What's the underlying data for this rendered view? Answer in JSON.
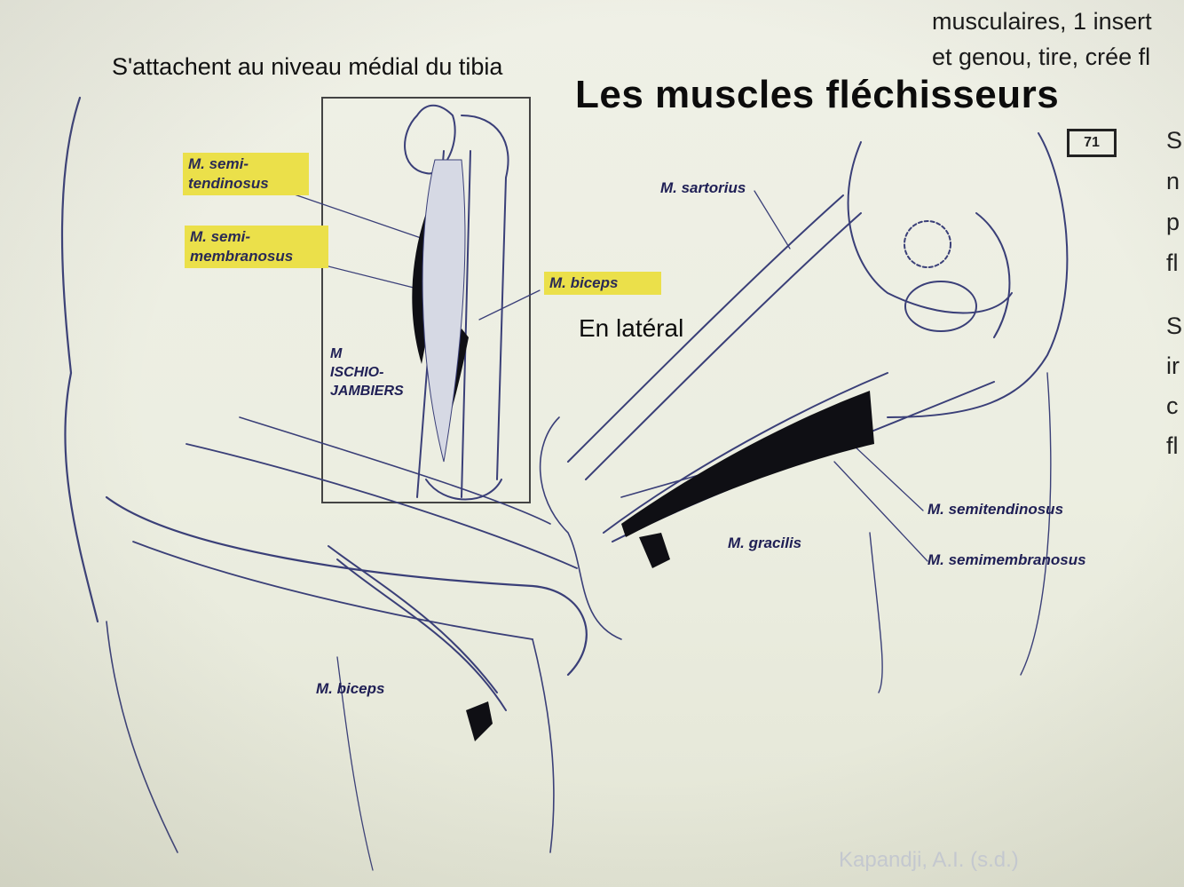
{
  "header": {
    "top_right_line1": "musculaires, 1 insert",
    "top_right_line2": "et genou, tire, crée fl",
    "subtitle": "S'attachent au niveau médial du tibia",
    "title": "Les muscles fléchisseurs"
  },
  "right_edge": {
    "column1": [
      "S",
      "n",
      "p",
      "fl"
    ],
    "column2": [
      "S",
      "ir",
      "c",
      "fl"
    ]
  },
  "figure": {
    "page_number": "71",
    "lateral_label": "En latéral",
    "highlighted_labels": {
      "semitendinosus": "M. semi-\ntendinosus",
      "semimembranosus": "M. semi-\nmembranosus",
      "biceps_top": "M. biceps"
    },
    "inset_group_label": "M\nISCHIO-\nJAMBIERS",
    "labels": {
      "sartorius": "M. sartorius",
      "semitendinosus": "M. semitendinosus",
      "semimembranosus": "M. semimembranosus",
      "gracilis": "M. gracilis",
      "biceps_bottom": "M. biceps"
    },
    "credit": "Kapandji, A.I. (s.d.)"
  },
  "colors": {
    "highlight": "#ebe04a",
    "line": "#3a3f78",
    "muscle_dark": "#0f0f14"
  }
}
